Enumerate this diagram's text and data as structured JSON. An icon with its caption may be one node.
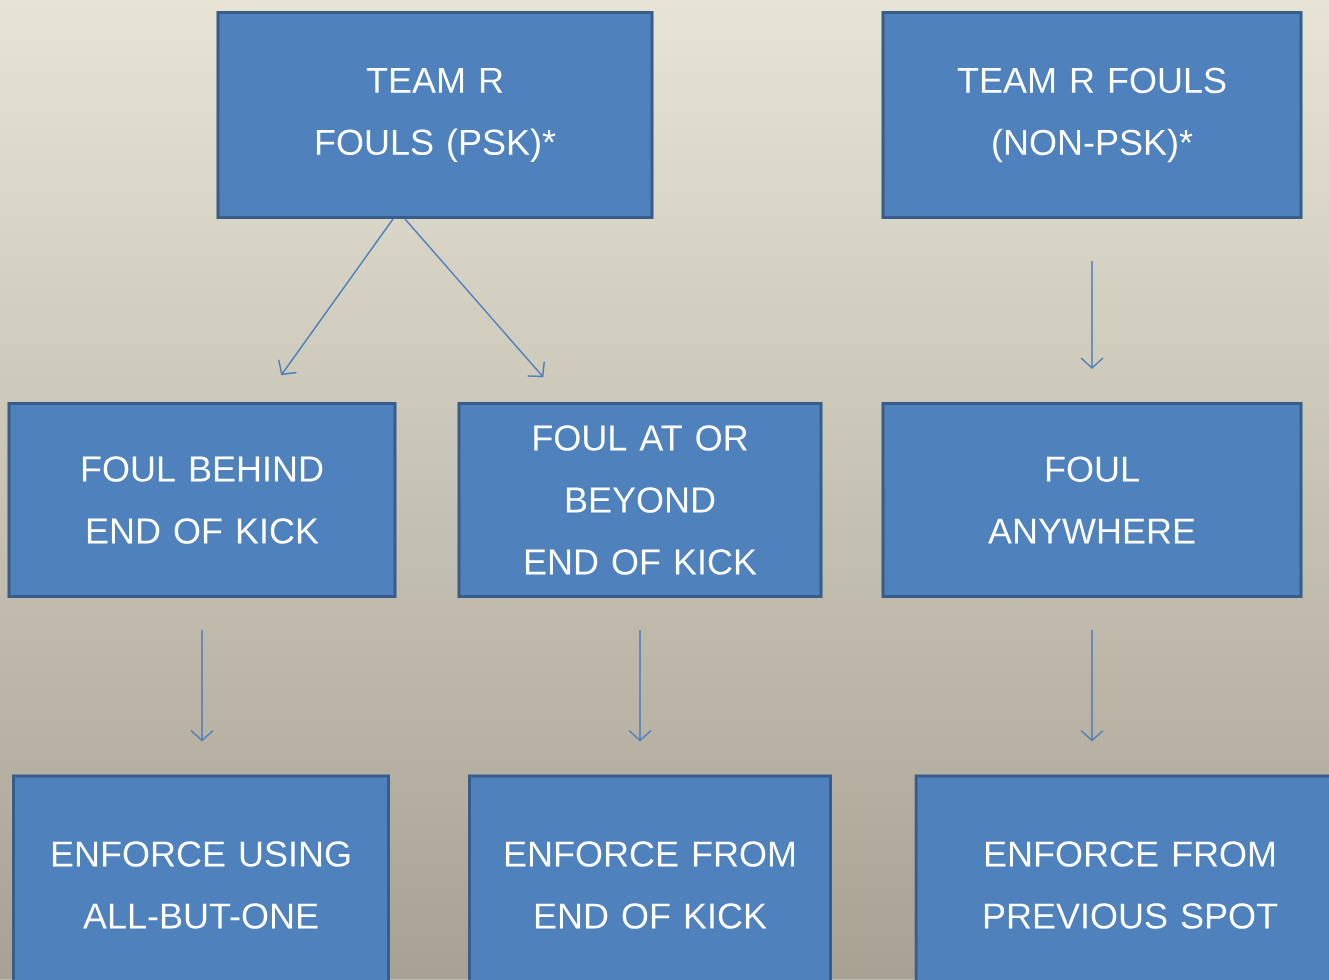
{
  "diagram": {
    "nodes": [
      {
        "text": [
          "TEAM R FOULS (PSK)*"
        ]
      },
      {
        "text": [
          "TEAM R FOULS (NON-PSK)*"
        ]
      },
      {
        "text": [
          "FOUL BEHIND END OF KICK"
        ]
      },
      {
        "text": [
          "FOUL AT OR BEYOND END OF KICK"
        ]
      },
      {
        "text": [
          "FOUL ANYWHERE"
        ]
      },
      {
        "text": [
          "ENFORCE USING ALL-BUT-ONE"
        ]
      },
      {
        "text": [
          "ENFORCE FROM END OF KICK"
        ]
      },
      {
        "text": [
          "ENFORCE FROM PREVIOUS SPOT"
        ]
      }
    ],
    "edges": [
      {
        "from": 0,
        "to": 2,
        "arrow": "to"
      },
      {
        "from": 0,
        "to": 3,
        "arrow": "to"
      },
      {
        "from": 1,
        "to": 4,
        "arrow": "to"
      },
      {
        "from": 2,
        "to": 5,
        "arrow": "to"
      },
      {
        "from": 3,
        "to": 6,
        "arrow": "to"
      },
      {
        "from": 4,
        "to": 7,
        "arrow": "to"
      }
    ]
  }
}
